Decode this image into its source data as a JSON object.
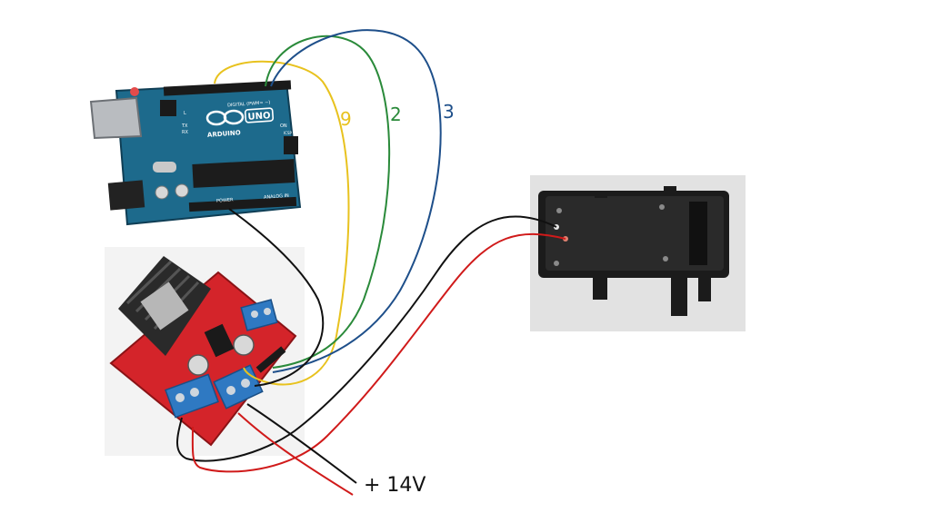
{
  "arduino": {
    "brand": "ARDUINO",
    "model": "UNO",
    "digital_label": "DIGITAL (PWM= ~)",
    "analog_label": "ANALOG IN",
    "power_label": "POWER",
    "on_label": "ON",
    "tx_label": "TX",
    "rx_label": "RX",
    "l_label": "L",
    "icsp_label": "ICSP"
  },
  "wire_labels": {
    "pin9": "9",
    "pin2": "2",
    "pin3": "3",
    "supply": "+ 14V"
  },
  "colors": {
    "arduino_board": "#1d6a8c",
    "driver_board": "#d4242a",
    "terminal_block": "#2f79c2",
    "wire_yellow": "#e8c21e",
    "wire_green": "#2a8a3a",
    "wire_blue": "#1e4f8a",
    "wire_black": "#111111",
    "wire_red": "#d01a1a",
    "motor_box": "#1b1b1b"
  }
}
